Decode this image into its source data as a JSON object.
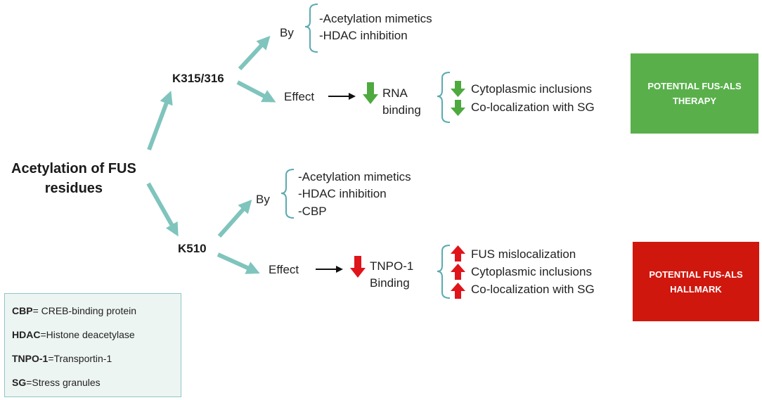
{
  "root": {
    "line1": "Acetylation of FUS",
    "line2": "residues"
  },
  "upper": {
    "residue": "K315/316",
    "by_label": "By",
    "by_items": [
      "-Acetylation mimetics",
      "-HDAC inhibition"
    ],
    "effect_label": "Effect",
    "binding_line1": "RNA",
    "binding_line2": "binding",
    "outcomes": [
      "Cytoplasmic inclusions",
      "Co-localization with SG"
    ],
    "result_line1": "POTENTIAL FUS-ALS",
    "result_line2": "THERAPY"
  },
  "lower": {
    "residue": "K510",
    "by_label": "By",
    "by_items": [
      "-Acetylation mimetics",
      "-HDAC inhibition",
      "-CBP"
    ],
    "effect_label": "Effect",
    "binding_line1": "TNPO-1",
    "binding_line2": "Binding",
    "outcomes": [
      "FUS mislocalization",
      "Cytoplasmic inclusions",
      "Co-localization with SG"
    ],
    "result_line1": "POTENTIAL FUS-ALS",
    "result_line2": "HALLMARK"
  },
  "legend": [
    {
      "term": "CBP",
      "definition": "= CREB-binding protein"
    },
    {
      "term": "HDAC",
      "definition": "=Histone deacetylase"
    },
    {
      "term": "TNPO-1",
      "definition": "=Transportin-1"
    },
    {
      "term": "SG",
      "definition": "=Stress granules"
    }
  ],
  "colors": {
    "teal_arrow": "#7fc4bd",
    "down_green": "#4ea93f",
    "up_red": "#e0141b",
    "green_box": "#59b04b",
    "red_box": "#d0170e",
    "bracket": "#5aaab0"
  }
}
